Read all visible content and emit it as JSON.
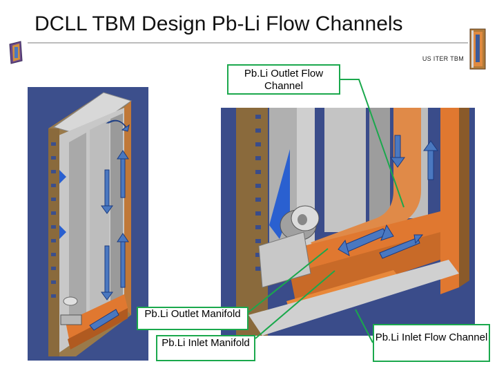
{
  "slide": {
    "title": "DCLL TBM Design Pb-Li Flow Channels",
    "subtitle": "US ITER TBM"
  },
  "callouts": {
    "outlet_flow_channel": "Pb.Li Outlet Flow Channel",
    "outlet_manifold": "Pb.Li Outlet Manifold",
    "inlet_manifold": "Pb.Li Inlet Manifold",
    "inlet_flow_channel": "Pb.Li Inlet Flow Channel"
  },
  "colors": {
    "callout_border": "#1aa84c",
    "frame": "#8a6a3c",
    "lead_lithium": "#e07830",
    "flow_arrow": "#4a78c0",
    "background_render": "#3a4c8a"
  },
  "icons": [
    "tbm-module-icon-left",
    "tbm-module-icon-right"
  ]
}
